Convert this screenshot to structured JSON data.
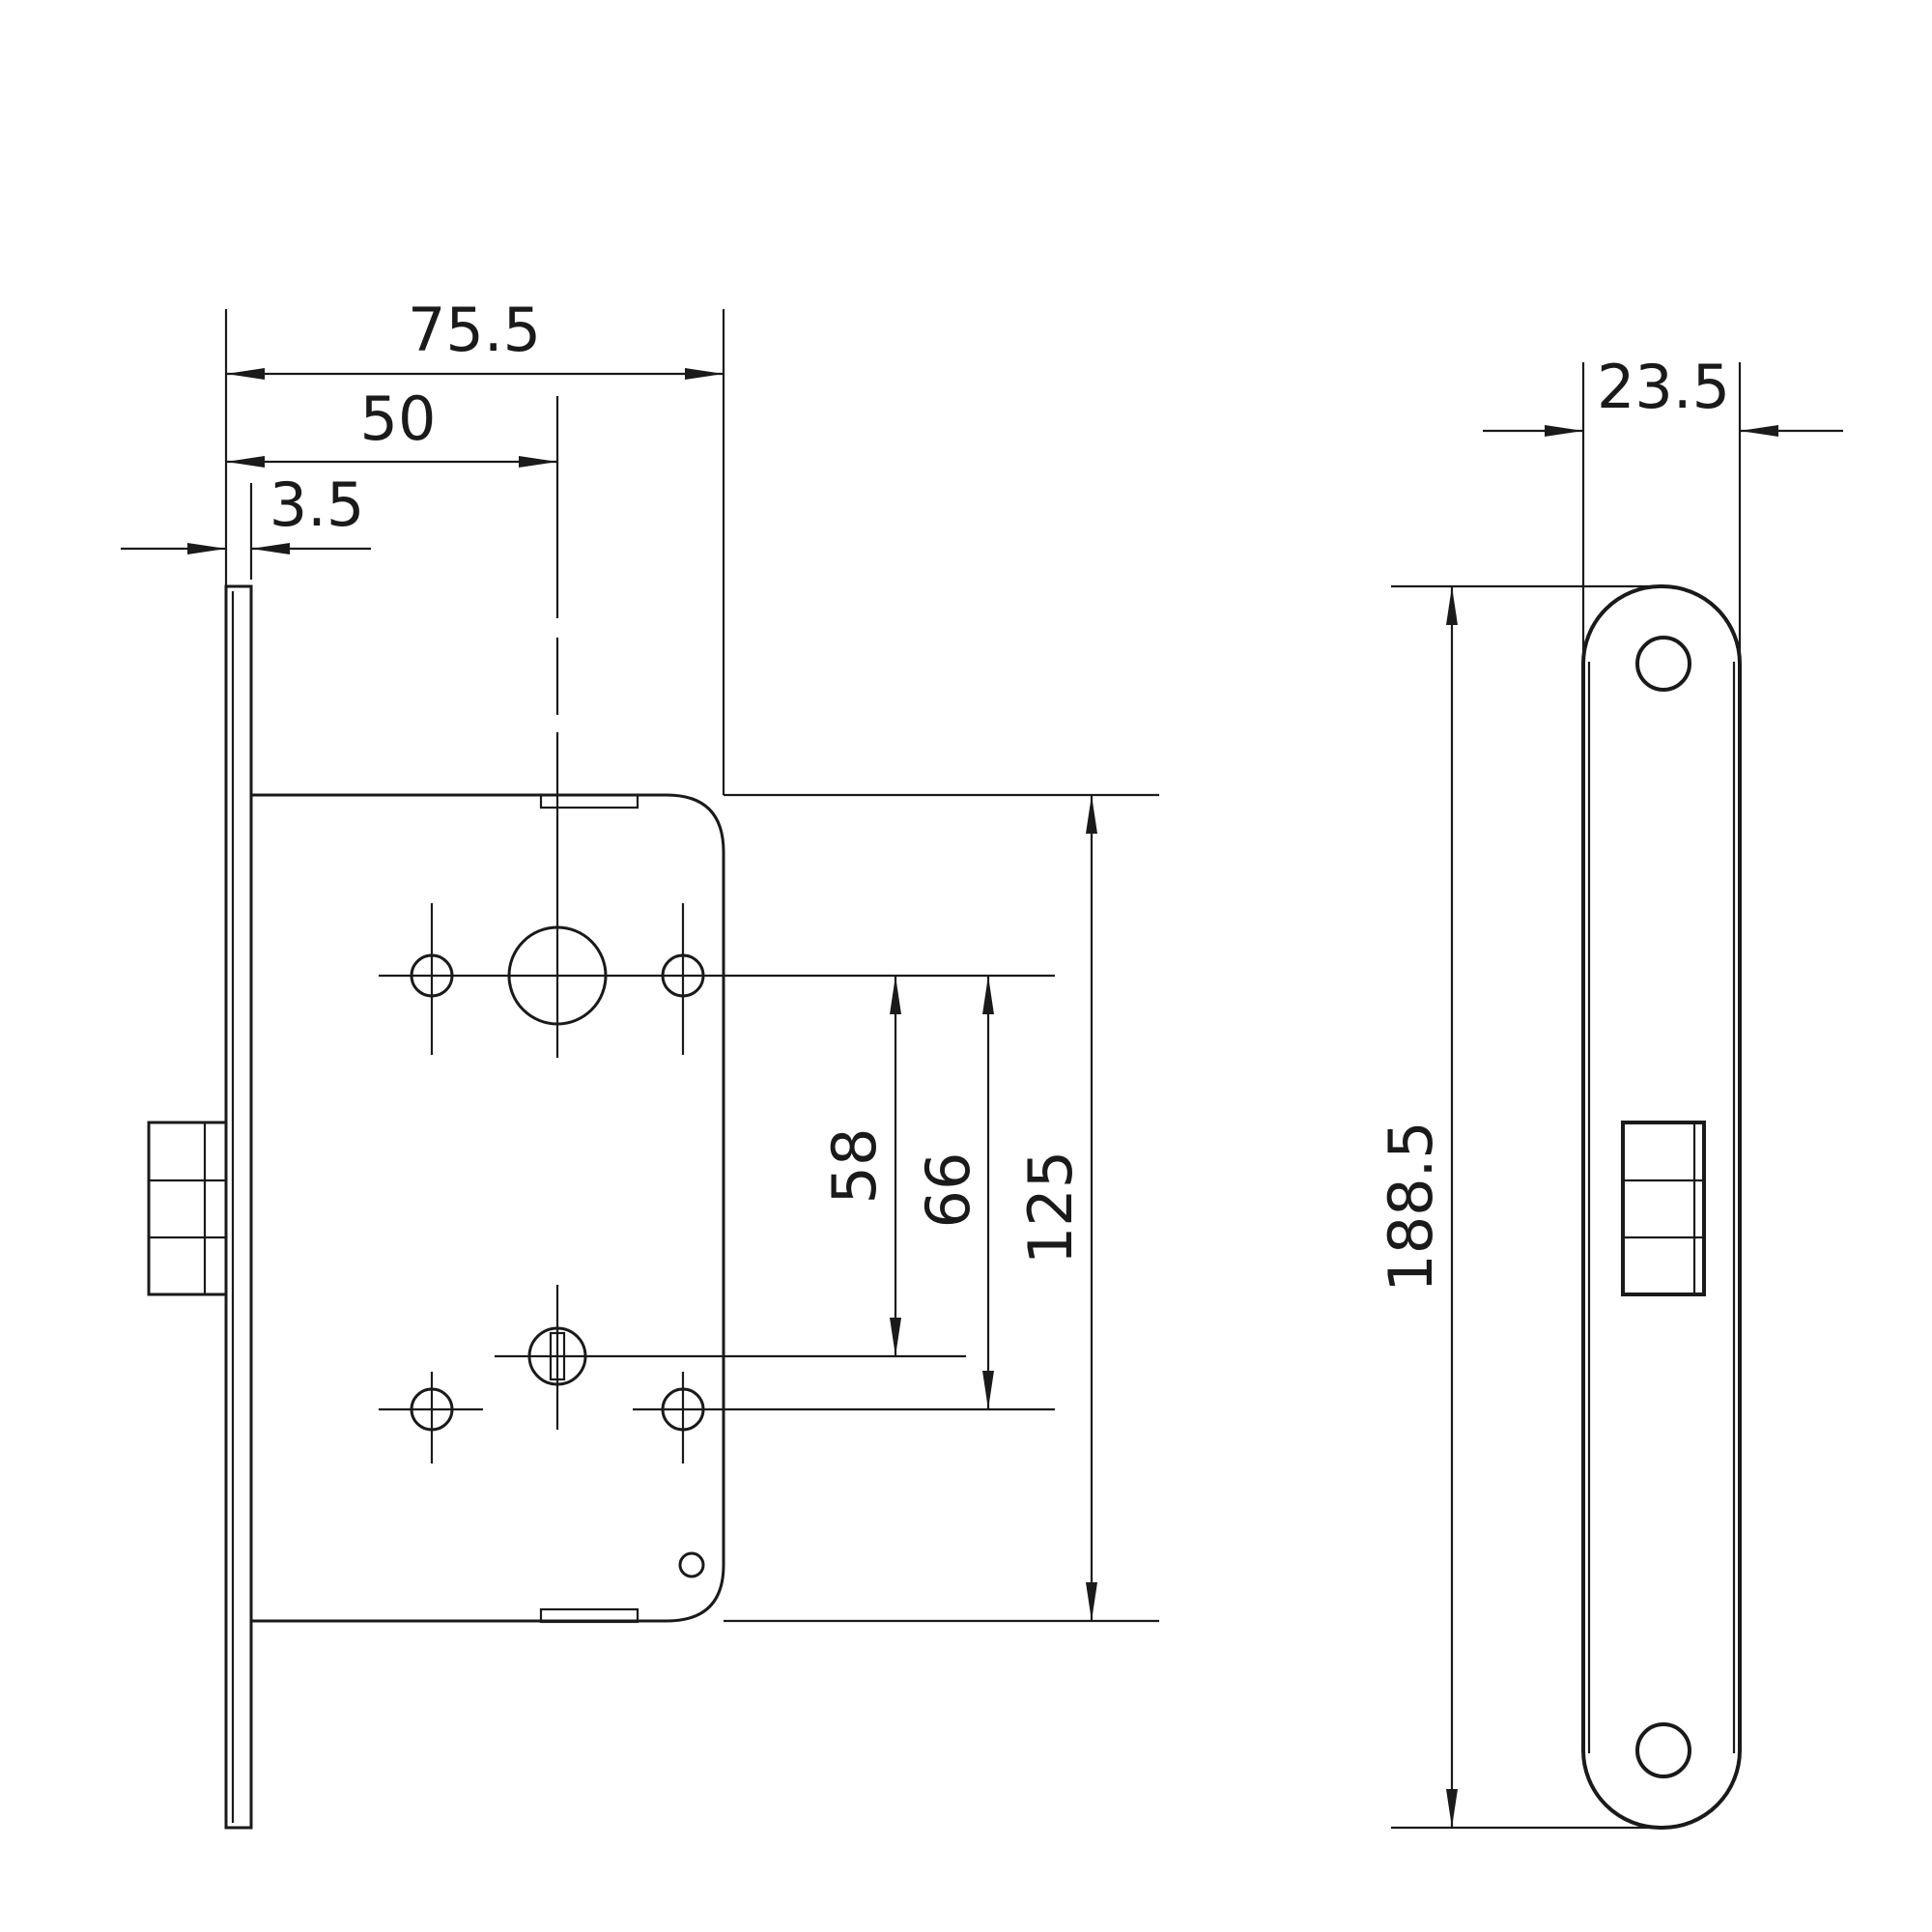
{
  "drawing": {
    "front_view": {
      "dims": {
        "overall_depth": "75.5",
        "backset": "50",
        "faceplate_thickness": "3.5",
        "handle_to_cylinder": "58",
        "screw_spacing": "66",
        "case_height": "125"
      }
    },
    "side_view": {
      "dims": {
        "faceplate_width": "23.5",
        "faceplate_height": "188.5"
      }
    }
  }
}
